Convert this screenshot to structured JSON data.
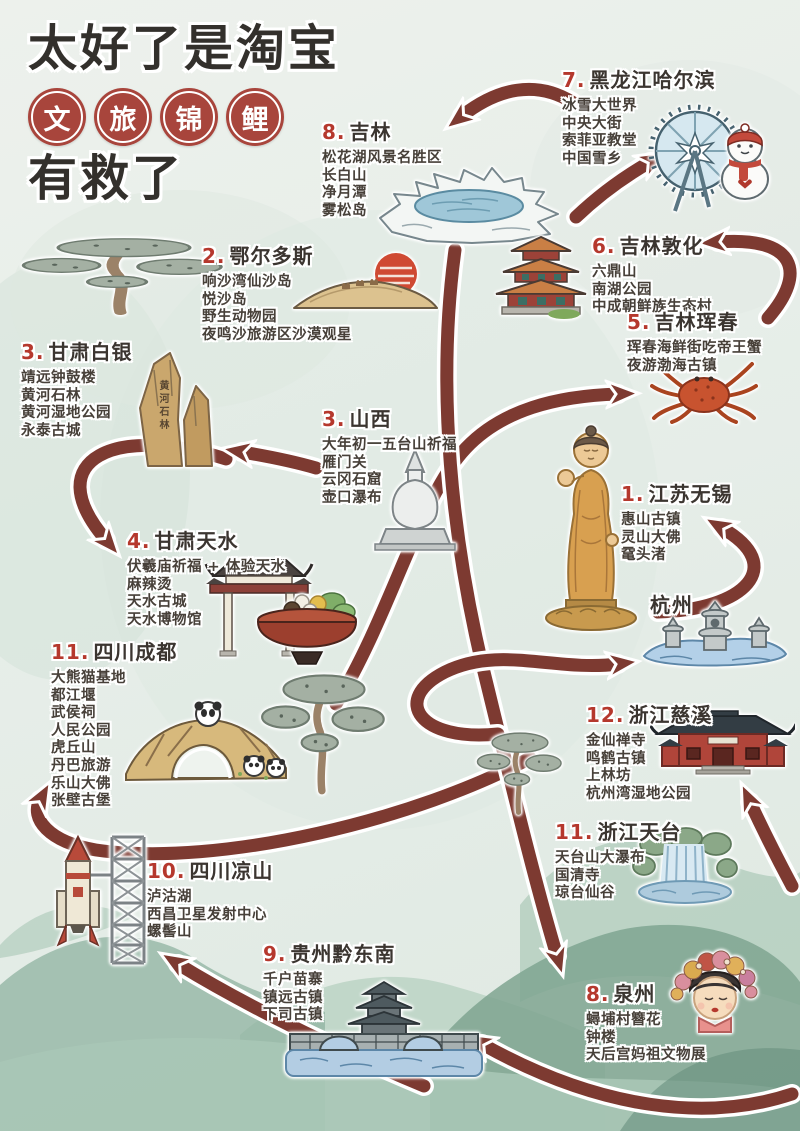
{
  "poster": {
    "title_line1": "太好了是淘宝",
    "stamps": [
      "文",
      "旅",
      "锦",
      "鲤"
    ],
    "title_line2": "有救了"
  },
  "labels": {
    "hangzhou": "杭州",
    "rock_vertical": "黄河石林"
  },
  "locations": {
    "harbin": {
      "num": "7.",
      "name": "黑龙江哈尔滨",
      "items": [
        "冰雪大世界",
        "中央大街",
        "索菲亚教堂",
        "中国雪乡"
      ]
    },
    "jilin": {
      "num": "8.",
      "name": "吉林",
      "items": [
        "松花湖风景名胜区",
        "长白山",
        "净月潭",
        "雾松岛"
      ]
    },
    "dunhua": {
      "num": "6.",
      "name": "吉林敦化",
      "items": [
        "六鼎山",
        "南湖公园",
        "中成朝鲜族生态村"
      ]
    },
    "hunchun": {
      "num": "5.",
      "name": "吉林珲春",
      "items": [
        "珲春海鲜街吃帝王蟹",
        "夜游渤海古镇"
      ]
    },
    "ordos": {
      "num": "2.",
      "name": "鄂尔多斯",
      "items": [
        "响沙湾仙沙岛",
        "悦沙岛",
        "野生动物园",
        "夜鸣沙旅游区沙漠观星"
      ]
    },
    "baiyin": {
      "num": "3.",
      "name": "甘肃白银",
      "items": [
        "靖远钟鼓楼",
        "黄河石林",
        "黄河湿地公园",
        "永泰古城"
      ]
    },
    "shanxi": {
      "num": "3.",
      "name": "山西",
      "items": [
        "大年初一五台山祈福",
        "雁门关",
        "云冈石窟",
        "壶口瀑布"
      ]
    },
    "tianshui": {
      "num": "4.",
      "name": "甘肃天水",
      "items": [
        "伏羲庙祈福 + 体验天水",
        "麻辣烫",
        "天水古城",
        "天水博物馆"
      ]
    },
    "wuxi": {
      "num": "1.",
      "name": "江苏无锡",
      "items": [
        "惠山古镇",
        "灵山大佛",
        "鼋头渚"
      ]
    },
    "cixi": {
      "num": "12.",
      "name": "浙江慈溪",
      "items": [
        "金仙禅寺",
        "鸣鹤古镇",
        "上林坊",
        "杭州湾湿地公园"
      ]
    },
    "tiantai": {
      "num": "11.",
      "name": "浙江天台",
      "items": [
        "天台山大瀑布",
        "国清寺",
        "琼台仙谷"
      ]
    },
    "chengdu": {
      "num": "11.",
      "name": "四川成都",
      "items": [
        "大熊猫基地",
        "都江堰",
        "武侯祠",
        "人民公园",
        "虎丘山",
        "丹巴旅游",
        "乐山大佛",
        "张壁古堡"
      ]
    },
    "liangshan": {
      "num": "10.",
      "name": "四川凉山",
      "items": [
        "泸沽湖",
        "西昌卫星发射中心",
        "螺髻山"
      ]
    },
    "qiandongnan": {
      "num": "9.",
      "name": "贵州黔东南",
      "items": [
        "千户苗寨",
        "镇远古镇",
        "下司古镇"
      ]
    },
    "quanzhou": {
      "num": "8.",
      "name": "泉州",
      "items": [
        "蟳埔村簪花",
        "钟楼",
        "天后宫妈祖文物展"
      ]
    }
  },
  "colors": {
    "arrow": "#7d3a31",
    "number_red": "#b5382d",
    "title_dark": "#3b3530",
    "stamp_red": "#a8453c",
    "background": "#e7eee9"
  },
  "illustrations": {
    "crater_lake": "tianchi-crater-lake-icon",
    "ferris_wheel": "harbin-ice-ferris-wheel-icon",
    "snowman": "snowman-icon",
    "dunhua_temple": "dunhua-temple-tower-icon",
    "king_crab": "king-crab-icon",
    "desert_dune": "desert-camels-sun-icon",
    "rock_forest": "yellow-river-stone-forest-icon",
    "white_stupa": "wutaishan-stupa-icon",
    "archway": "tianshui-paifang-gate-icon",
    "malatang_bowl": "malatang-bowl-icon",
    "buddha": "lingshan-buddha-icon",
    "three_pagodas": "hangzhou-three-pagodas-icon",
    "red_temple": "cixi-temple-icon",
    "waterfall": "tiantai-waterfall-icon",
    "panda_bridge": "chengdu-panda-bridge-icon",
    "rocket": "xichang-rocket-launch-icon",
    "stone_bridge": "fengyu-bridge-icon",
    "xunpu_woman": "xunpu-flower-crown-woman-icon",
    "pine_tree": "pine-tree-icon"
  }
}
